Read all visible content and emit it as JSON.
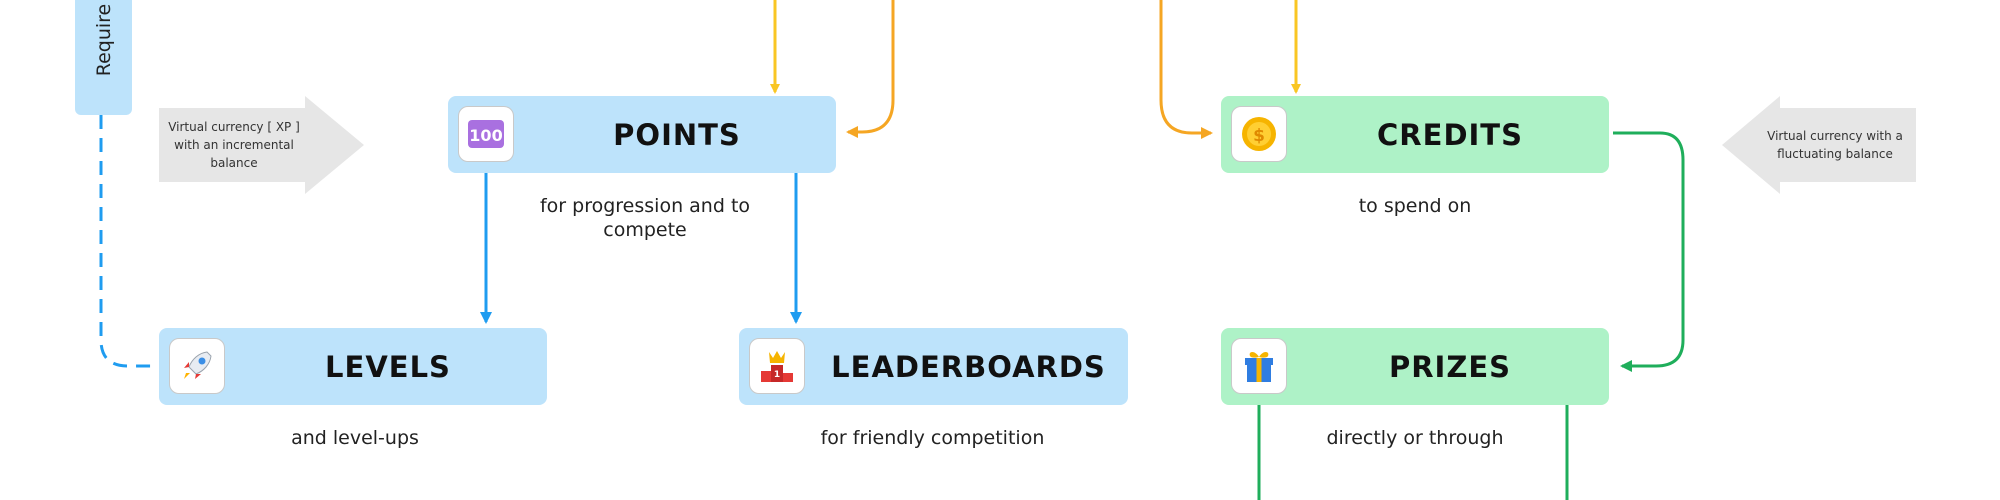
{
  "side_tag": {
    "label": "Require"
  },
  "notes": {
    "left": "Virtual currency [ XP ] with an incremental balance",
    "right": "Virtual currency with a fluctuating balance"
  },
  "boxes": {
    "points": {
      "title": "POINTS",
      "caption": "for progression and to compete",
      "icon": "100-emoji-icon"
    },
    "credits": {
      "title": "CREDITS",
      "caption": "to spend on",
      "icon": "coin-icon"
    },
    "levels": {
      "title": "LEVELS",
      "caption": "and level-ups",
      "icon": "rocket-icon"
    },
    "leaderboards": {
      "title": "LEADERBOARDS",
      "caption": "for friendly competition",
      "icon": "podium-crown-icon"
    },
    "prizes": {
      "title": "PRIZES",
      "caption": "directly or through",
      "icon": "gift-icon"
    }
  },
  "colors": {
    "blue_box": "#bde3fb",
    "green_box": "#aef2c7",
    "blue_arrow": "#1f9cf0",
    "green_arrow": "#1fae5b",
    "yellow_arrow": "#f9c623",
    "orange_arrow": "#f5a623",
    "note_bg": "#e6e6e6"
  }
}
